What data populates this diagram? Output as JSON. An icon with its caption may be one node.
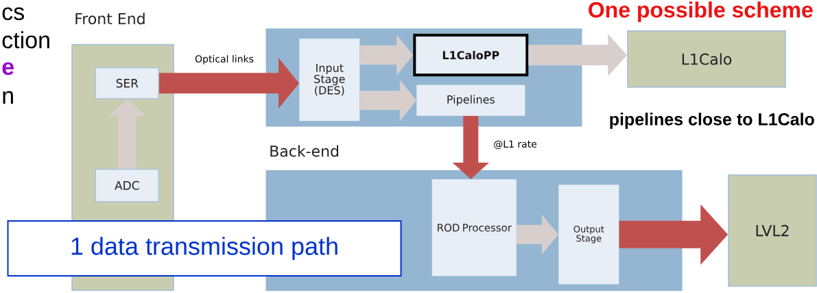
{
  "diagram": {
    "title": "One possible scheme",
    "nodes": [
      {
        "text": [
          "Front End"
        ]
      },
      {
        "text": [
          "SER"
        ],
        "in": 0
      },
      {
        "text": [
          "ADC"
        ],
        "in": 0
      },
      {
        "text": [],
        "shape": "box"
      },
      {
        "text": [
          "Input Stage (DES)"
        ],
        "in": 3
      },
      {
        "text": [
          "L1CaloPP"
        ],
        "in": 3
      },
      {
        "text": [
          "Pipelines"
        ],
        "in": 3
      },
      {
        "text": [
          "L1Calo"
        ]
      },
      {
        "text": [
          "Back-end"
        ]
      },
      {
        "text": [
          "ROD Processor"
        ],
        "in": 8
      },
      {
        "text": [
          "Output Stage"
        ],
        "in": 8
      },
      {
        "text": [
          "LVL2"
        ]
      },
      {
        "text": [
          "1 data transmission path"
        ]
      }
    ],
    "edges": [
      {
        "from": 2,
        "to": 1,
        "arrow": "to"
      },
      {
        "from": 1,
        "to": 4,
        "arrow": "to",
        "label": "Optical links",
        "color": "#c0504d"
      },
      {
        "from": 4,
        "to": 5,
        "arrow": "to"
      },
      {
        "from": 4,
        "to": 6,
        "arrow": "to"
      },
      {
        "from": 5,
        "to": 7,
        "arrow": "to"
      },
      {
        "from": 6,
        "to": 9,
        "arrow": "to",
        "label": "@L1 rate",
        "color": "#c0504d"
      },
      {
        "from": 9,
        "to": 10,
        "arrow": "to"
      },
      {
        "from": 10,
        "to": 11,
        "arrow": "to",
        "color": "#c0504d"
      }
    ],
    "labels": [
      "cs",
      "ction",
      "e",
      "n",
      "pipelines close to L1Calo"
    ]
  }
}
